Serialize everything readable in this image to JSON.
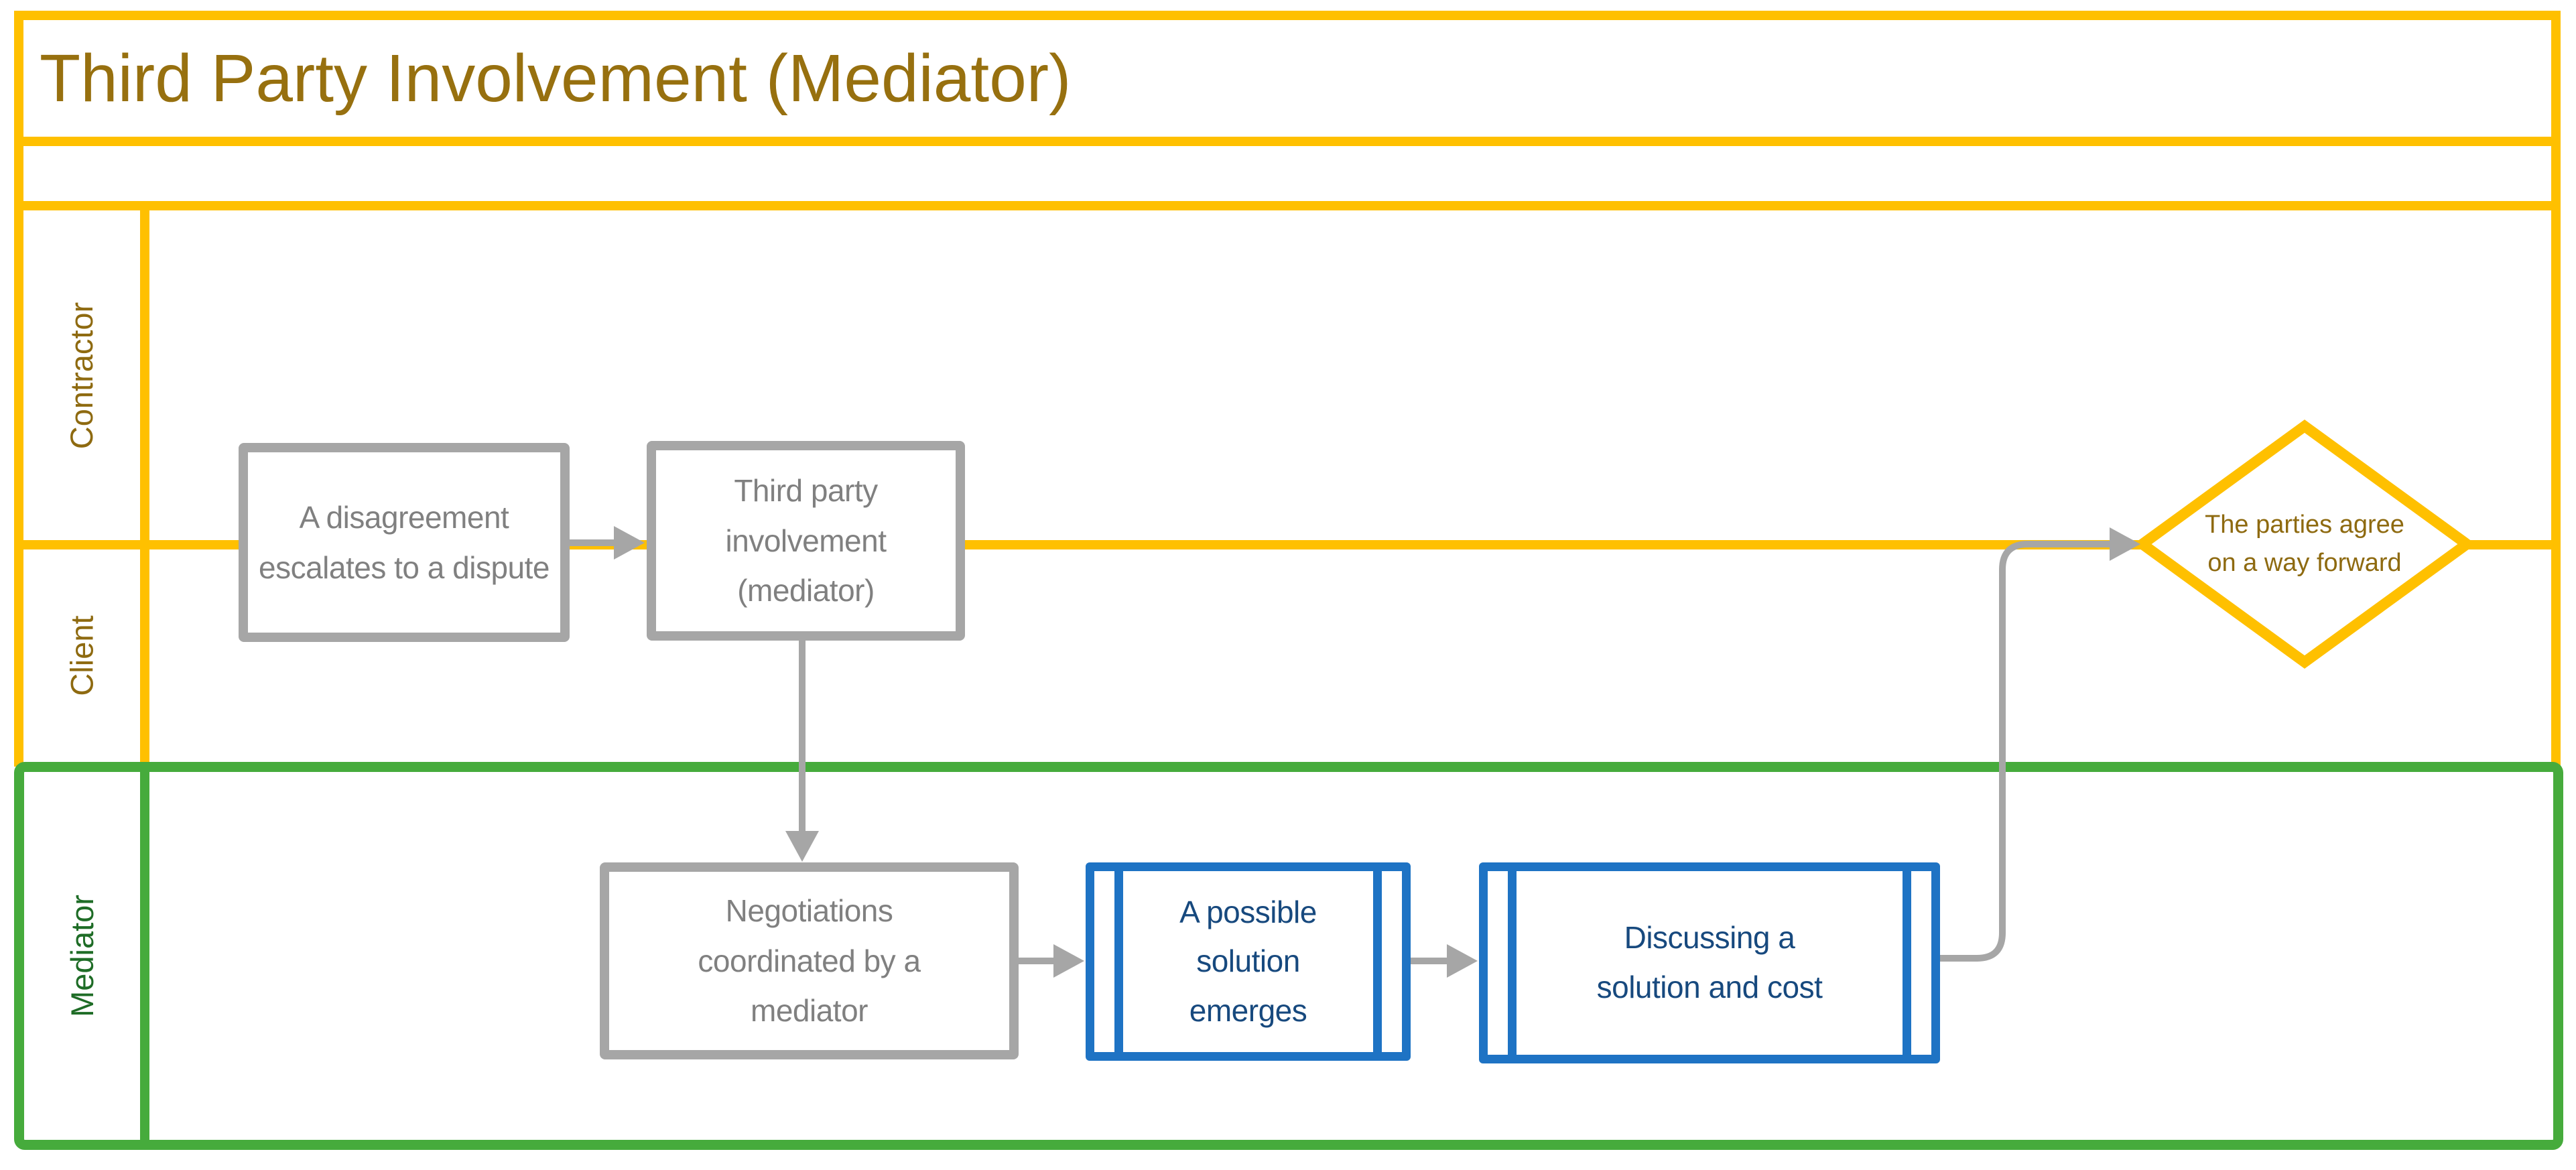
{
  "title": "Third Party Involvement (Mediator)",
  "lanes": [
    {
      "label": "Contractor"
    },
    {
      "label": "Client"
    },
    {
      "label": "Mediator"
    }
  ],
  "nodes": {
    "start_dispute": {
      "text": "A disagreement escalates to a dispute",
      "type": "process",
      "lane": "Contractor/Client"
    },
    "third_party": {
      "text": "Third party involvement (mediator)",
      "type": "process",
      "lane": "Contractor/Client"
    },
    "negotiations": {
      "text": "Negotiations coordinated by a mediator",
      "type": "process",
      "lane": "Mediator"
    },
    "possible_solution": {
      "text": "A possible solution emerges",
      "type": "subprocess",
      "lane": "Mediator"
    },
    "discussing": {
      "text": "Discussing a solution and cost",
      "type": "subprocess",
      "lane": "Mediator"
    },
    "agreement": {
      "text": "The parties agree on a way forward",
      "type": "decision",
      "lane": "Contractor/Client"
    }
  },
  "colors": {
    "frame_yellow": "#FFC000",
    "lane_green": "#46AB3C",
    "title_text": "#97700F",
    "lane_label_gold_text": "#8E6A10",
    "lane_label_green_text": "#1E6C26",
    "process_border_gray": "#A6A6A6",
    "process_text_gray": "#808080",
    "subprocess_border_blue": "#1E73C4",
    "subprocess_text_navy": "#17497E",
    "connector_gray": "#A6A6A6"
  }
}
